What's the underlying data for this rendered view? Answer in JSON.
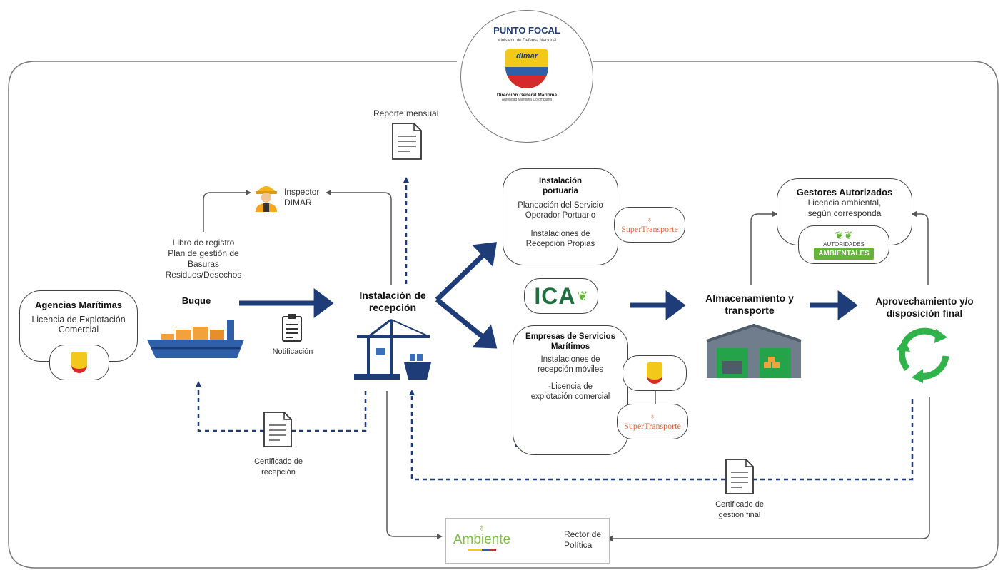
{
  "focal": {
    "title": "PUNTO FOCAL",
    "subtitle": "Ministerio de Defensa Nacional",
    "org": "Dirección General Marítima",
    "org_sub": "Autoridad Marítima Colombiana",
    "logo_text": "dimar"
  },
  "nodes": {
    "agencias_title": "Agencias Marítimas",
    "agencias_desc_1": "Licencia de Explotación",
    "agencias_desc_2": "Comercial",
    "buque": "Buque",
    "registro_1": "Libro de registro",
    "registro_2": "Plan de gestión de",
    "registro_3": "Basuras",
    "registro_4": "Residuos/Desechos",
    "inspector_1": "Inspector",
    "inspector_2": "DIMAR",
    "reporte": "Reporte mensual",
    "notificacion": "Notificación",
    "instalacion_1": "Instalación de",
    "instalacion_2": "recepción",
    "cert_recepcion_1": "Certificado de",
    "cert_recepcion_2": "recepción",
    "portuaria_title_1": "Instalación",
    "portuaria_title_2": "portuaria",
    "portuaria_l1": "Planeación del Servicio",
    "portuaria_l2": "Operador Portuario",
    "portuaria_l3": "Instalaciones de",
    "portuaria_l4": "Recepción Propias",
    "empresas_title_1": "Empresas de Servicios",
    "empresas_title_2": "Marítimos",
    "empresas_l1": "Instalaciones de",
    "empresas_l2": "recepción móviles",
    "empresas_l3": "-Licencia de",
    "empresas_l4": "explotación comercial",
    "almacenamiento_1": "Almacenamiento y",
    "almacenamiento_2": "transporte",
    "gestores_title": "Gestores Autorizados",
    "gestores_l1": "Licencia ambiental,",
    "gestores_l2": "según corresponda",
    "aprovechamiento_1": "Aprovechamiento y/o",
    "aprovechamiento_2": "disposición final",
    "cert_gestion_1": "Certificado de",
    "cert_gestion_2": "gestión final",
    "rector_1": "Rector de",
    "rector_2": "Política"
  },
  "logos": {
    "supertransporte": "SuperTransporte",
    "ica": "ICA",
    "ambiente": "Ambiente",
    "autoridades_1": "AUTORIDADES",
    "autoridades_2": "AMBIENTALES"
  },
  "colors": {
    "arrow_navy": "#1d3c78",
    "outline": "#444444",
    "recycle_green": "#2fb34a",
    "ship_hull": "#2f5fa8",
    "cargo_orange": "#f2a23a"
  }
}
